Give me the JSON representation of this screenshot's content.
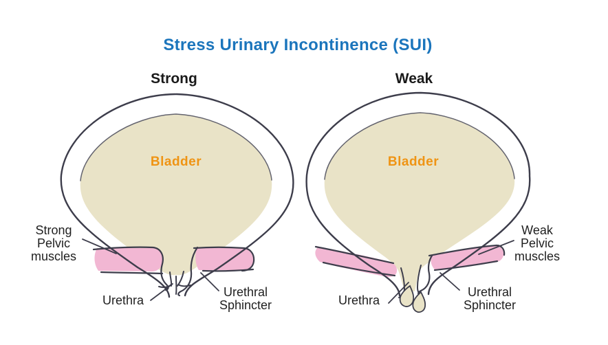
{
  "title": "Stress Urinary Incontinence (SUI)",
  "panels": [
    {
      "heading": "Strong",
      "bladder_label": "Bladder",
      "pelvic_line1": "Strong",
      "pelvic_line2": "Pelvic",
      "pelvic_line3": "muscles",
      "urethra_label": "Urethra",
      "sphincter_line1": "Urethral",
      "sphincter_line2": "Sphincter"
    },
    {
      "heading": "Weak",
      "bladder_label": "Bladder",
      "pelvic_line1": "Weak",
      "pelvic_line2": "Pelvic",
      "pelvic_line3": "muscles",
      "urethra_label": "Urethra",
      "sphincter_line1": "Urethral",
      "sphincter_line2": "Sphincter"
    }
  ],
  "colors": {
    "title_blue": "#1b75bc",
    "bladder_fill": "#e9e3c7",
    "bladder_text_orange": "#ef9414",
    "muscle_pink": "#f2b7d3",
    "outline_dark": "#3d3d4b",
    "inner_wall_gray": "#63636e",
    "label_text": "#1f1f1f",
    "background": "#ffffff"
  }
}
